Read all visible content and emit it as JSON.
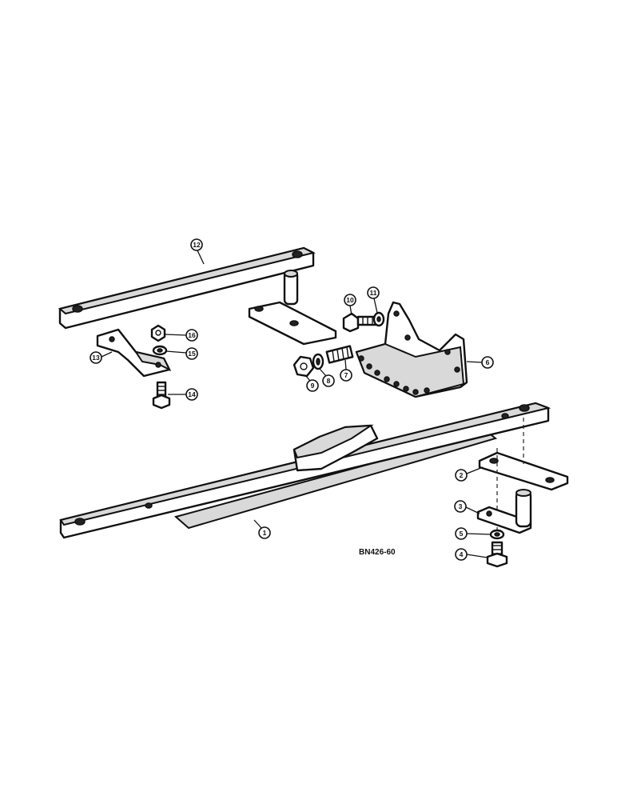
{
  "callouts": [
    {
      "label": "1"
    },
    {
      "label": "2"
    },
    {
      "label": "3"
    },
    {
      "label": "4"
    },
    {
      "label": "5"
    },
    {
      "label": "6"
    },
    {
      "label": "7"
    },
    {
      "label": "8"
    },
    {
      "label": "9"
    },
    {
      "label": "10"
    },
    {
      "label": "11"
    },
    {
      "label": "12"
    },
    {
      "label": "13"
    },
    {
      "label": "14"
    },
    {
      "label": "15"
    },
    {
      "label": "16"
    }
  ],
  "reference_code": "BN426-60"
}
